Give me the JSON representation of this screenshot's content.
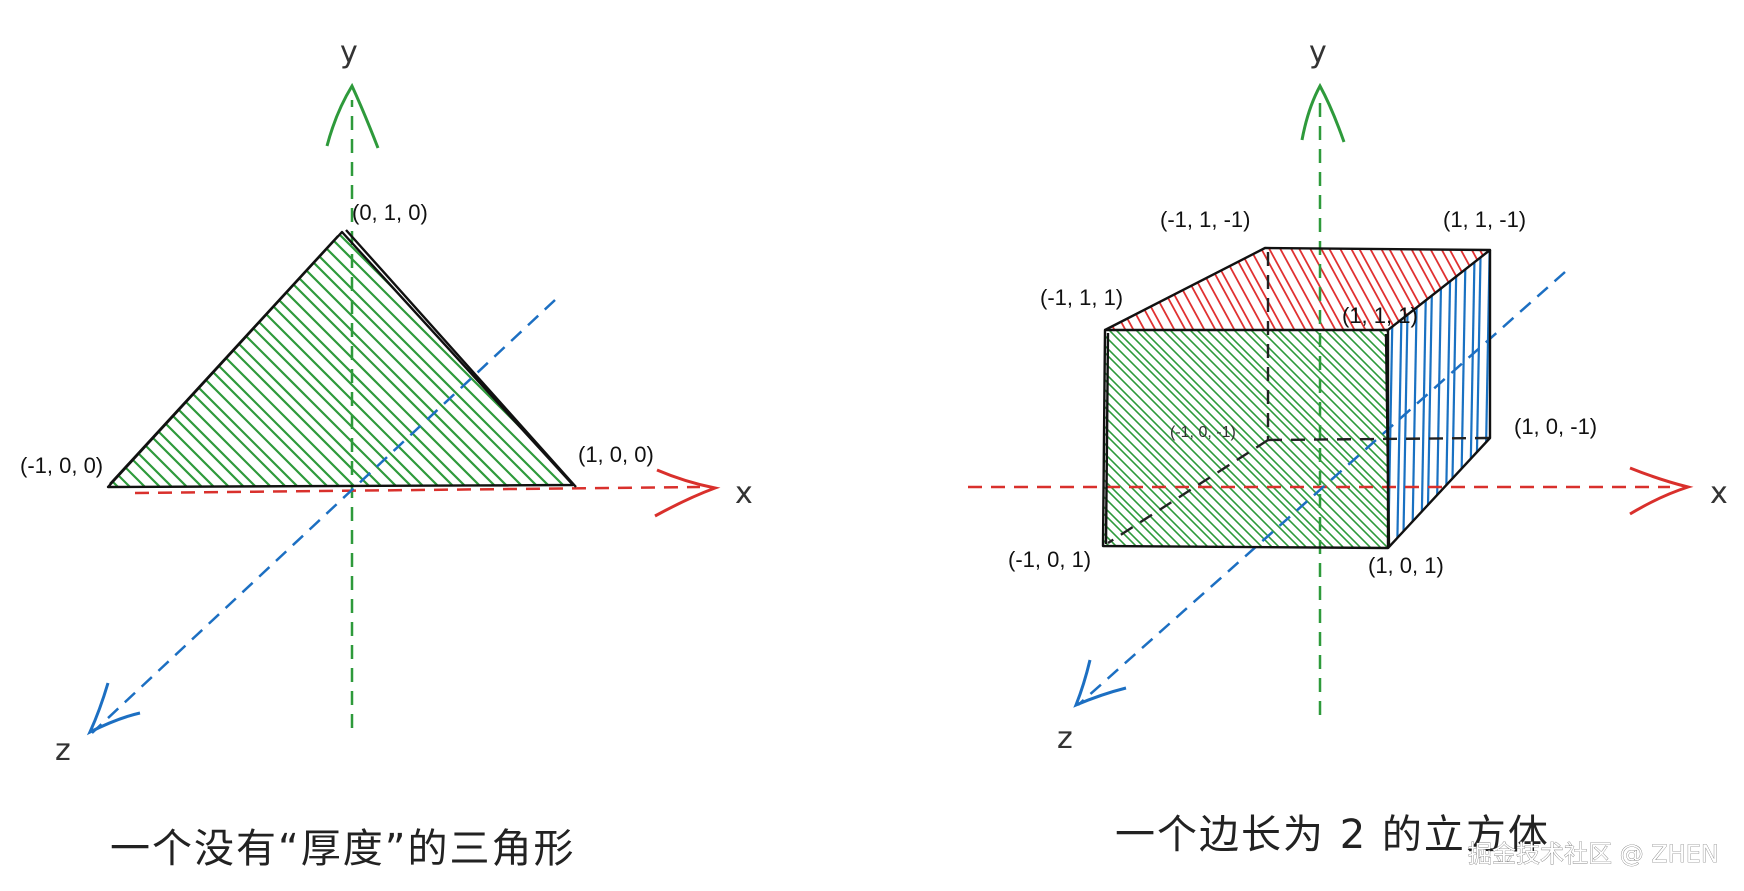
{
  "left_diagram": {
    "axis_labels": {
      "y": "y",
      "x": "x",
      "z": "z"
    },
    "vertices": {
      "top": "(0, 1, 0)",
      "left": "(-1, 0, 0)",
      "right": "(1, 0, 0)"
    },
    "caption": "一个没有“厚度”的三角形"
  },
  "right_diagram": {
    "axis_labels": {
      "y": "y",
      "x": "x",
      "z": "z"
    },
    "vertices": {
      "back_top_left": "(-1, 1, -1)",
      "back_top_right": "(1, 1, -1)",
      "front_top_left": "(-1, 1, 1)",
      "front_top_right": "(1, 1, 1)",
      "back_bottom_left": "(-1, 0, -1)",
      "back_bottom_right": "(1, 0, -1)",
      "front_bottom_left": "(-1, 0, 1)",
      "front_bottom_right": "(1, 0, 1)"
    },
    "caption": "一个边长为 2 的立方体"
  },
  "watermark": "掘金技术社区 @ ZHEN",
  "colors": {
    "x_axis": "#d9302c",
    "y_axis": "#2e9a3b",
    "z_axis": "#1c6fc2",
    "face_green": "#2e9a3b",
    "face_red": "#e03131",
    "face_blue": "#1971c2",
    "outline": "#111111"
  }
}
